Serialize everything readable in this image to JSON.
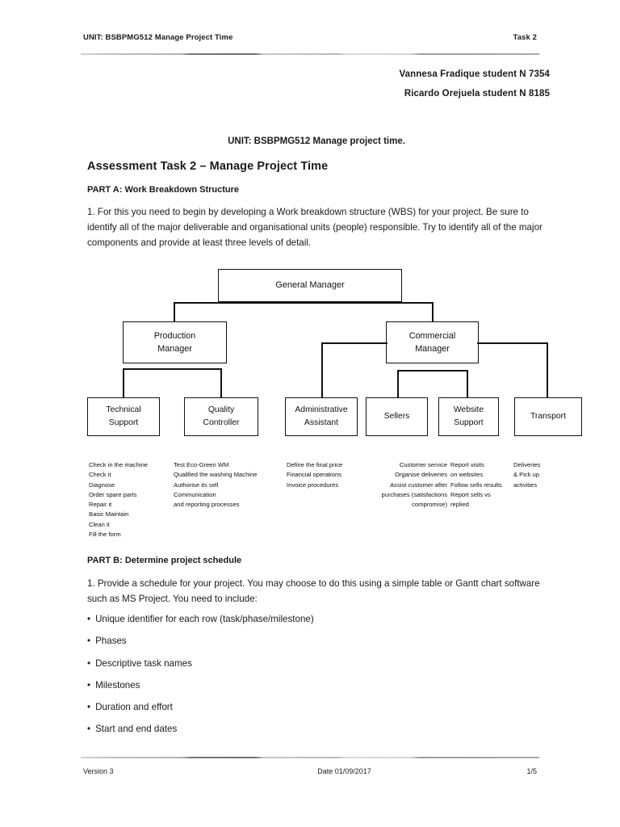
{
  "header": {
    "left": "UNIT: BSBPMG512 Manage Project Time",
    "right": "Task 2"
  },
  "students": [
    "Vannesa Fradique student N 7354",
    "Ricardo Orejuela student N 8185"
  ],
  "unit_line": "UNIT: BSBPMG512 Manage project time.",
  "assessment_title": "Assessment Task 2 – Manage Project Time",
  "part_a": {
    "title": "PART A: Work Breakdown Structure",
    "intro": "1. For this you need to begin by developing a Work breakdown structure (WBS) for your project. Be sure to identify all of the major deliverable and organisational units (people) responsible. Try to identify all of the major components and provide at least three levels of detail."
  },
  "org_chart": {
    "nodes": {
      "general_manager": "General Manager",
      "production_manager": "Production\nManager",
      "commercial_manager": "Commercial\nManager",
      "technical_support": "Technical\nSupport",
      "quality_controller": "Quality\nController",
      "administrative_assistant": "Administrative\nAssistant",
      "sellers": "Sellers",
      "website_support": "Website\nSupport",
      "transport": "Transport"
    }
  },
  "task_lists": {
    "technical_support": "Check in the machine\nCheck it\nDiagnose\nOrder spare parts\nRepair it\nBasic Maintain\nClean it\nFill the form",
    "quality_controller": "Test Eco-Green WM\nQualified the washing Machine\nAuthorise its sell\nCommunication\n and reporting processes",
    "administrative_assistant": "Define the final price\nFinancial operations\nInvoice procedures",
    "sellers": "Customer service\nOrganise deliveries\nAssist customer after\npurchases (satisfactions\ncompromise)",
    "website_support": "Report visits\non websites\nFollow sells results\nReport sells vs\nreplied",
    "transport": "Deliveries\n& Pick up\nactivities"
  },
  "part_b": {
    "title": "PART B: Determine project schedule",
    "intro": "1. Provide a schedule for your project. You may choose to do this using a simple table or Gantt chart software such as MS Project. You need to include:",
    "bullet_char": "•",
    "bullets": [
      "Unique identifier for each row (task/phase/milestone)",
      "Phases",
      "Descriptive task names",
      "Milestones",
      "Duration and effort",
      "Start and end dates"
    ]
  },
  "footer": {
    "version": "Version 3",
    "date": "Date 01/09/2017",
    "page": "1/5"
  }
}
